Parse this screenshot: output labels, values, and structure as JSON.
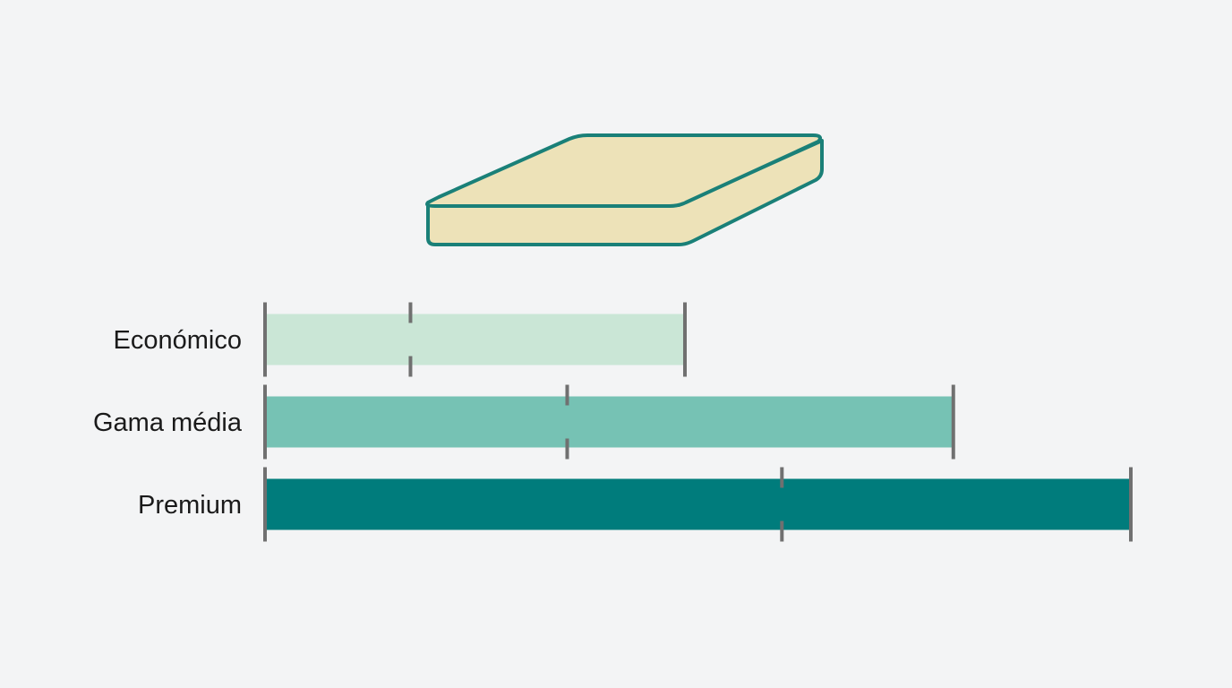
{
  "illustration": {
    "icon": "mattress-icon",
    "top_color": "#ede2b8",
    "outline_color": "#1a8078"
  },
  "chart_data": {
    "type": "bar",
    "orientation": "horizontal",
    "categories": [
      "Económico",
      "Gama média",
      "Premium"
    ],
    "series": [
      {
        "ranges": [
          {
            "min": 0,
            "max": 48.5,
            "marker": 16.8
          },
          {
            "min": 0,
            "max": 79.5,
            "marker": 34.9
          },
          {
            "min": 0,
            "max": 100,
            "marker": 59.7
          }
        ]
      }
    ],
    "colors": [
      "#cae6d6",
      "#76c2b4",
      "#007c7c"
    ],
    "tick_color": "#707070",
    "xlim": [
      0,
      100
    ],
    "grid": false,
    "legend": "none",
    "title": "",
    "xlabel": "",
    "ylabel": ""
  }
}
